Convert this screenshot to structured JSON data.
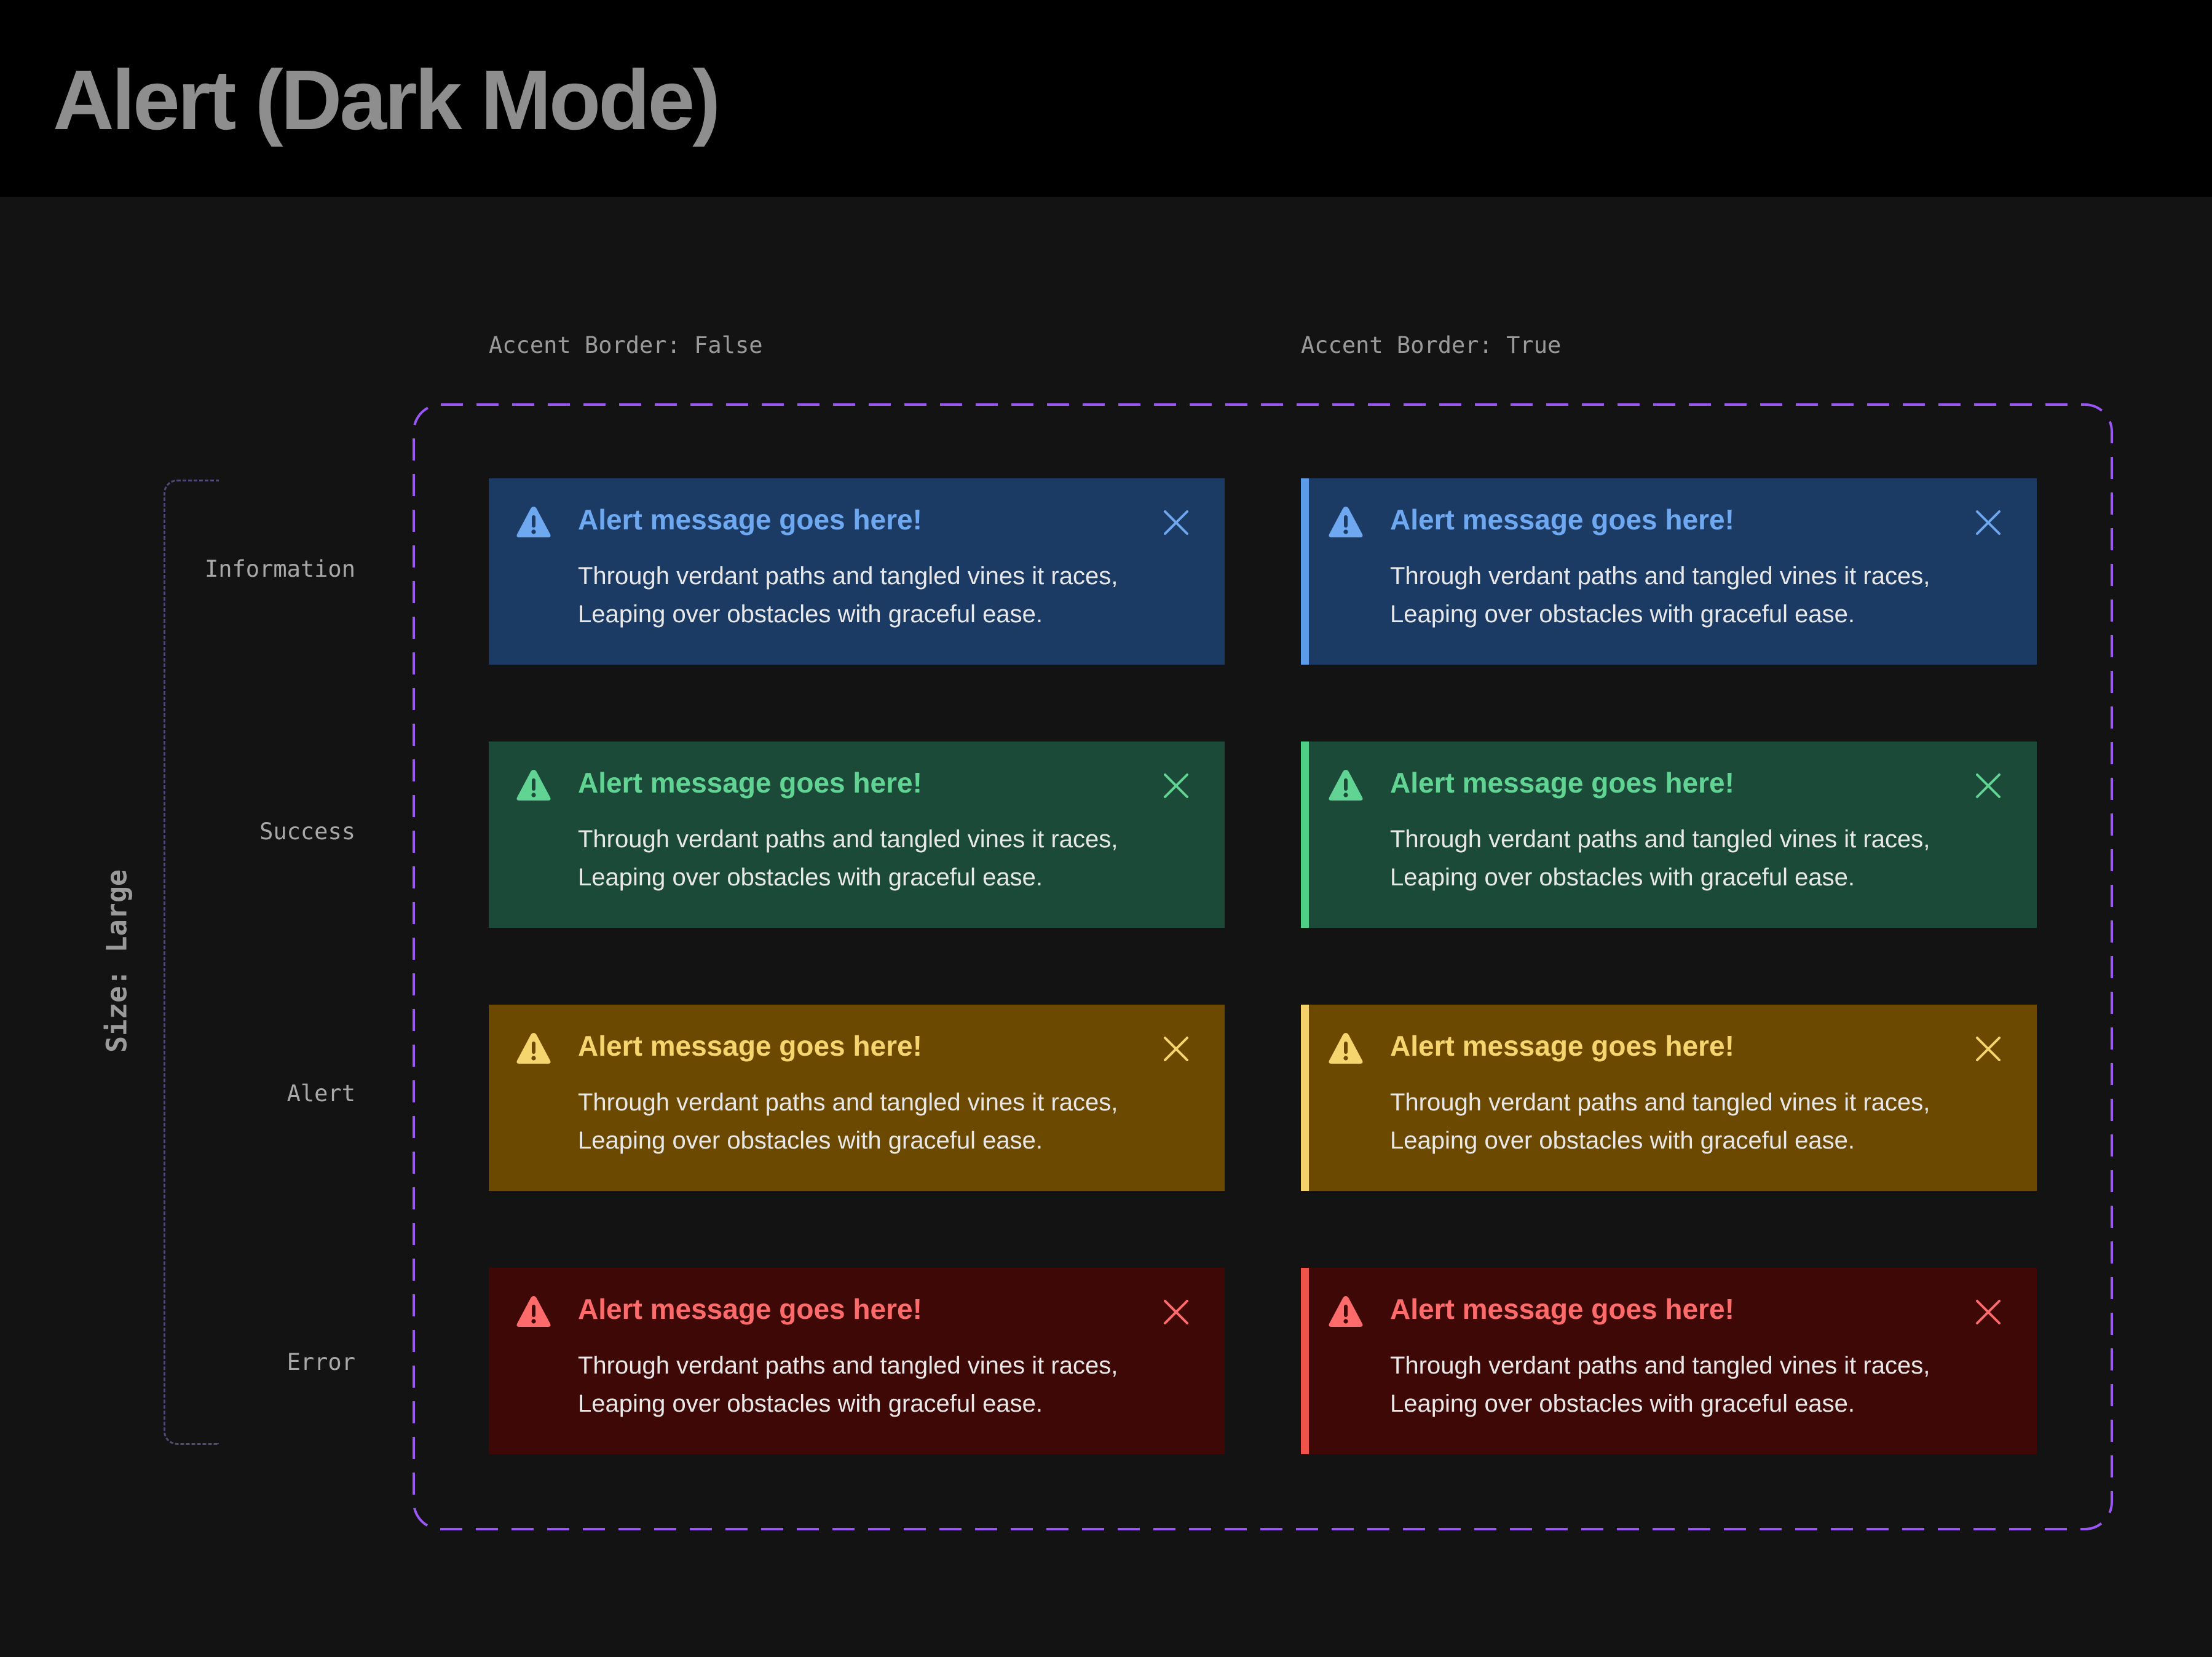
{
  "page": {
    "title": "Alert (Dark Mode)"
  },
  "columns": {
    "no_accent": "Accent Border: False",
    "accent": "Accent Border: True"
  },
  "size_label": "Size: Large",
  "rows": [
    {
      "label": "Information",
      "title_color": "#6ea8f0",
      "bg_color": "#1b3a64",
      "accent_color": "#5b9be8",
      "icon_color": "#6ea8f0"
    },
    {
      "label": "Success",
      "title_color": "#61d392",
      "bg_color": "#1b4a39",
      "accent_color": "#4fcf86",
      "icon_color": "#61d392"
    },
    {
      "label": "Alert",
      "title_color": "#f5d66e",
      "bg_color": "#6c4900",
      "accent_color": "#f3d06a",
      "icon_color": "#f5d66e"
    },
    {
      "label": "Error",
      "title_color": "#ff6b6b",
      "bg_color": "#3e0806",
      "accent_color": "#f0534a",
      "icon_color": "#ff6b6b"
    }
  ],
  "alert": {
    "title": "Alert message goes here!",
    "body_line1": "Through verdant paths and tangled vines it races,",
    "body_line2": "Leaping over obstacles with graceful ease.",
    "icon": "warning-triangle-icon",
    "close_icon": "close-icon"
  },
  "frame_color": "#9b57f5"
}
